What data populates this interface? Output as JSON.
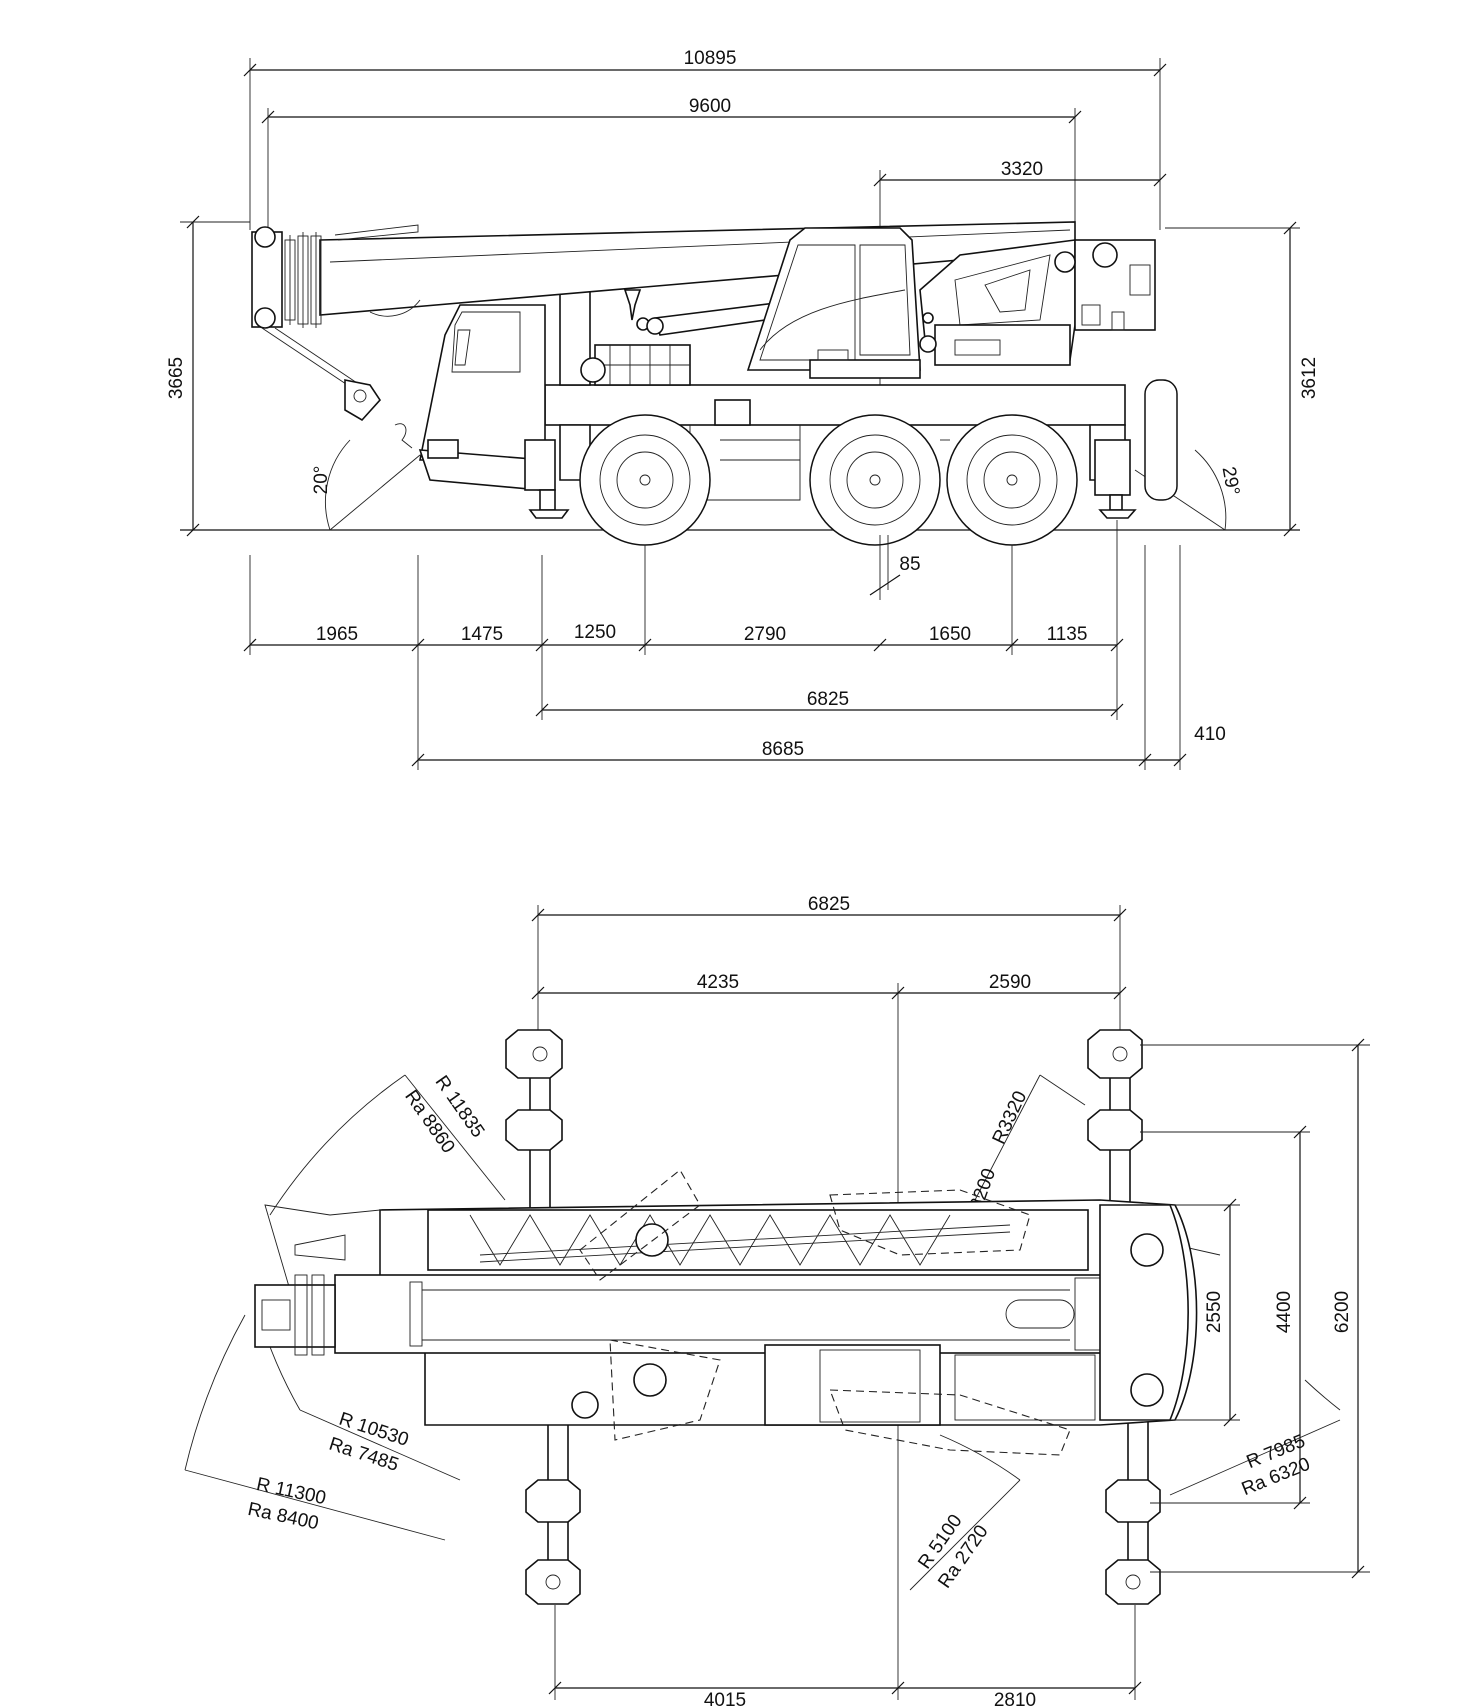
{
  "side_view": {
    "top_dims": {
      "overall_length": "10895",
      "boom_length": "9600",
      "rear_slew": "3320"
    },
    "heights": {
      "front_height": "3665",
      "rear_height": "3612"
    },
    "angles": {
      "approach": "20°",
      "departure": "29°"
    },
    "small_offset": "85",
    "bottom_dims": {
      "front_boom_overhang": "1965",
      "front_overhang": "1475",
      "outrigger_to_axle1": "1250",
      "axle1_to_axle2": "2790",
      "axle2_to_axle3": "1650",
      "axle3_to_outrigger": "1135",
      "outrigger_base": "6825",
      "chassis_length": "8685",
      "rear_overhang": "410"
    }
  },
  "top_view": {
    "top_dims": {
      "outrigger_base": "6825",
      "front_to_slew": "4235",
      "slew_to_rear": "2590"
    },
    "radii": {
      "boom_radius": "R 11835",
      "boom_radius_a": "Ra 8860",
      "rear_radius": "R3320",
      "counterweight_radius": "R 3200",
      "hook_radius": "R 10530",
      "hook_radius_a": "Ra 7485",
      "front_radius": "R 11300",
      "front_radius_a": "Ra 8400",
      "rear_corner_radius": "R 7985",
      "rear_corner_radius_a": "Ra 6320",
      "tail_radius": "R 5100",
      "tail_radius_a": "Ra 2720"
    },
    "widths": {
      "chassis_width": "2550",
      "mid_outrigger_width": "4400",
      "full_outrigger_width": "6200"
    },
    "bottom_dims": {
      "front_to_slew": "4015",
      "slew_to_rear": "2810"
    }
  }
}
